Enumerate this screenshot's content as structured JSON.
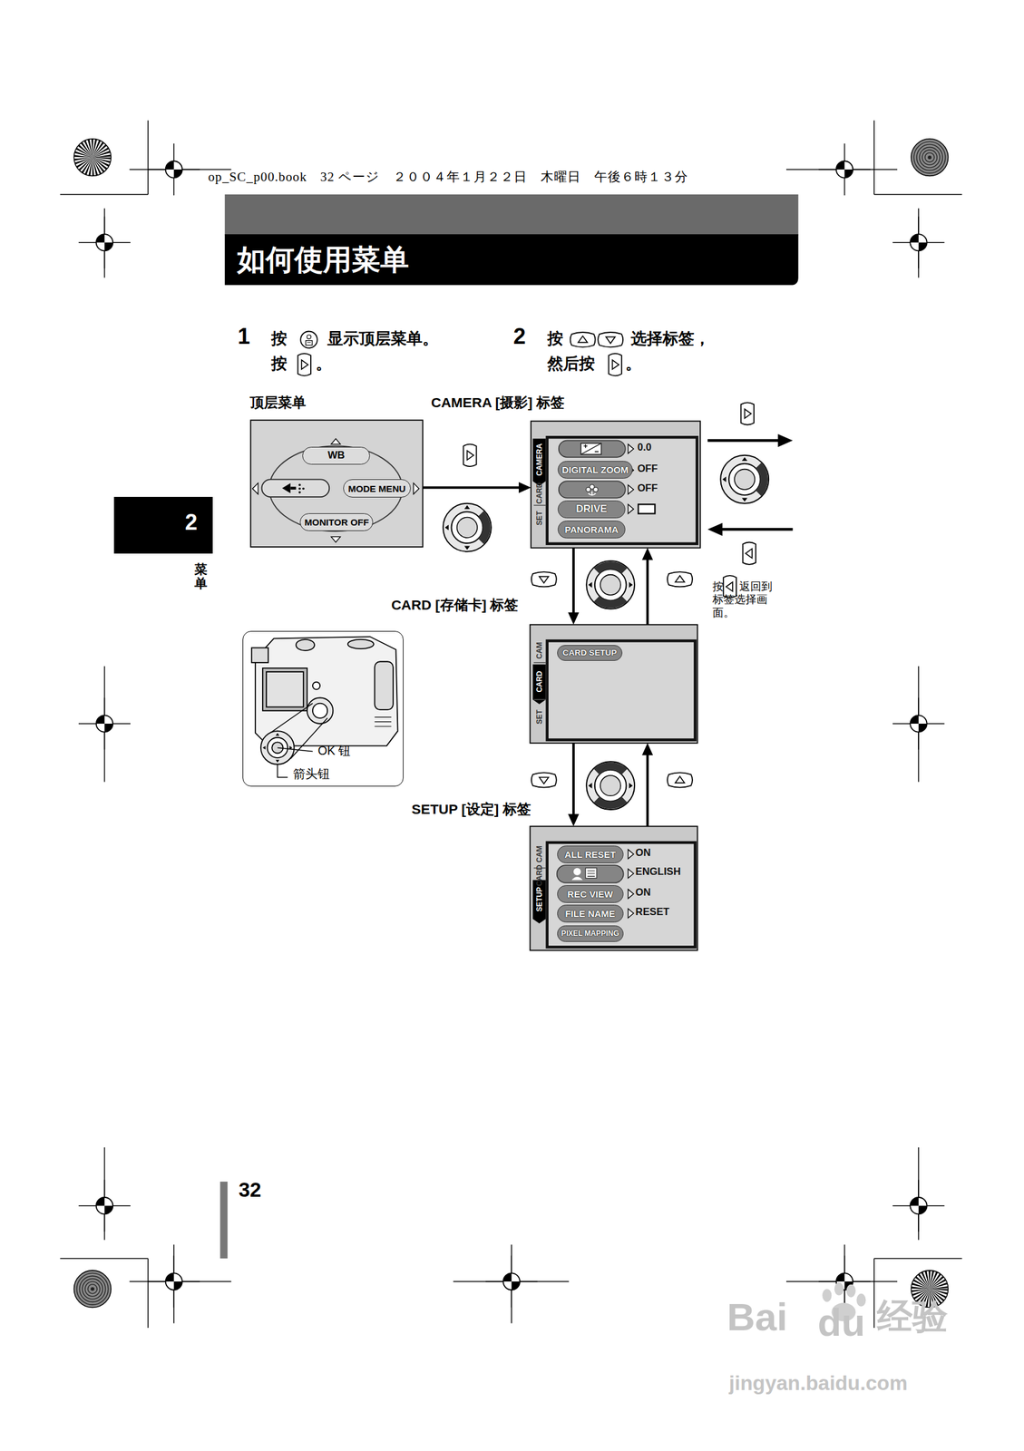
{
  "diagram": {
    "title": "如何使用菜单",
    "nodes": [
      {
        "text": [
          "顶层菜单"
        ]
      },
      {
        "text": [
          "WB"
        ],
        "in": 0
      },
      {
        "text": [
          "MODE MENU"
        ],
        "in": 0
      },
      {
        "text": [
          "MONITOR OFF"
        ],
        "in": 0
      },
      {
        "text": [
          "CAMERA [摄影] 标签"
        ]
      },
      {
        "text": [
          "DIGITAL ZOOM"
        ],
        "in": 4
      },
      {
        "text": [
          "DRIVE"
        ],
        "in": 4
      },
      {
        "text": [
          "PANORAMA"
        ],
        "in": 4
      },
      {
        "text": [
          "CARD [存储卡] 标签"
        ]
      },
      {
        "text": [
          "CARD SETUP"
        ],
        "in": 8
      },
      {
        "text": [
          "SETUP [设定] 标签"
        ]
      },
      {
        "text": [
          "ALL RESET"
        ],
        "in": 10
      },
      {
        "text": [
          "REC VIEW"
        ],
        "in": 10
      },
      {
        "text": [
          "FILE NAME"
        ],
        "in": 10
      },
      {
        "text": [
          "PIXEL MAPPING"
        ],
        "in": 10
      },
      {
        "text": [
          "OK 钮",
          "箭头钮"
        ]
      },
      {
        "text": [
          "2"
        ]
      }
    ],
    "edges": [
      {
        "from": 0,
        "to": 4,
        "arrow": "to"
      },
      {
        "from": 4,
        "to": 8,
        "arrow": "to"
      },
      {
        "from": 8,
        "to": 4,
        "arrow": "to"
      },
      {
        "from": 8,
        "to": 10,
        "arrow": "to"
      },
      {
        "from": 10,
        "to": 8,
        "arrow": "to"
      }
    ],
    "labels": [
      "op_SC_p00.book　32 ページ　２００４年１月２２日　木曜日　午後６時１３分",
      "1",
      "按",
      "显示顶层菜单。",
      "按",
      "。",
      "2",
      "按",
      "选择标签，",
      "然后按",
      "。",
      "CAMERA",
      "CARD",
      "SET",
      "0.0",
      "OFF",
      "OFF",
      "按",
      "返回到标签选择画面。",
      "CAM",
      "CARD",
      "SET",
      "CAM",
      "CARD",
      "SETUP",
      "ON",
      "ENGLISH",
      "ON",
      "RESET",
      "菜单",
      "32",
      "Bai",
      "du",
      "经验",
      "jingyan.baidu.com"
    ]
  }
}
